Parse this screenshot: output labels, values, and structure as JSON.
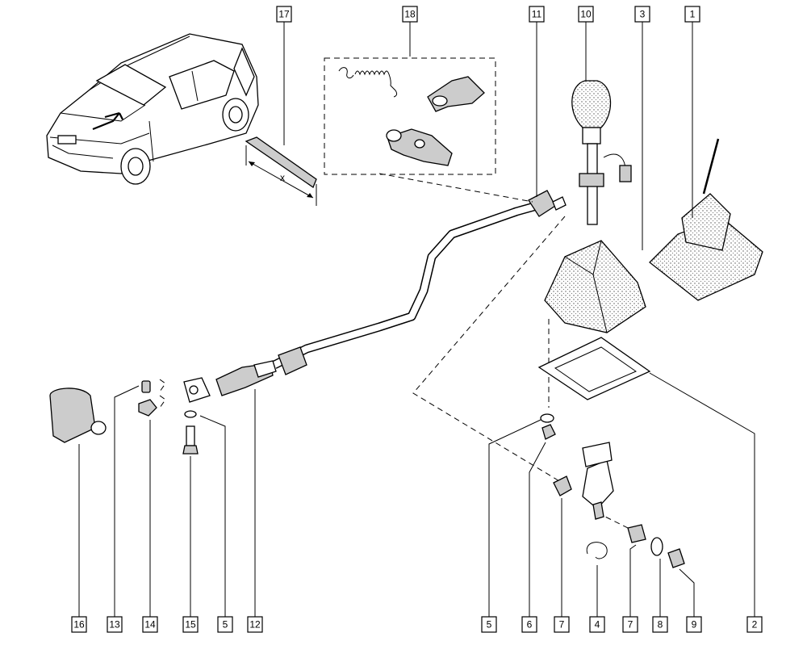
{
  "labels_top": [
    {
      "id": "callout-17",
      "text": "17"
    },
    {
      "id": "callout-18",
      "text": "18"
    },
    {
      "id": "callout-11",
      "text": "11"
    },
    {
      "id": "callout-10",
      "text": "10"
    },
    {
      "id": "callout-3",
      "text": "3"
    },
    {
      "id": "callout-1",
      "text": "1"
    }
  ],
  "labels_bottom": [
    {
      "id": "callout-16",
      "text": "16"
    },
    {
      "id": "callout-13",
      "text": "13"
    },
    {
      "id": "callout-14",
      "text": "14"
    },
    {
      "id": "callout-15",
      "text": "15"
    },
    {
      "id": "callout-5a",
      "text": "5"
    },
    {
      "id": "callout-12",
      "text": "12"
    },
    {
      "id": "callout-5b",
      "text": "5"
    },
    {
      "id": "callout-6",
      "text": "6"
    },
    {
      "id": "callout-7a",
      "text": "7"
    },
    {
      "id": "callout-4",
      "text": "4"
    },
    {
      "id": "callout-7b",
      "text": "7"
    },
    {
      "id": "callout-8",
      "text": "8"
    },
    {
      "id": "callout-9",
      "text": "9"
    },
    {
      "id": "callout-2",
      "text": "2"
    }
  ],
  "dimension": {
    "text": "x"
  }
}
